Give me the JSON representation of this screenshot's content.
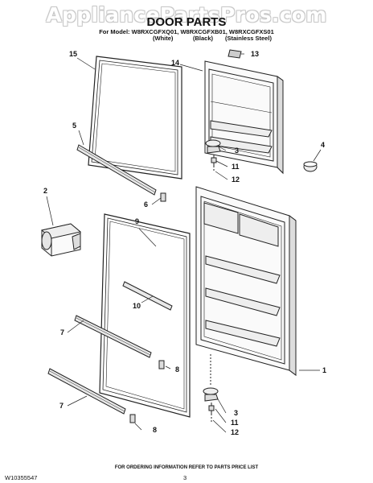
{
  "watermark": "AppliancePartsPros.com",
  "header": {
    "title": "DOOR PARTS",
    "models": "For Model: W8RXCGFXQ01, W8RXCGFXB01, W8RXCGFXS01",
    "colors": [
      "(White)",
      "(Black)",
      "(Stainless Steel)"
    ]
  },
  "callouts": {
    "c15": "15",
    "c13": "13",
    "c14": "14",
    "c5": "5",
    "c3a": "3",
    "c4": "4",
    "c11a": "11",
    "c12a": "12",
    "c2": "2",
    "c6": "6",
    "c9": "9",
    "c10": "10",
    "c7a": "7",
    "c8a": "8",
    "c7b": "7",
    "c8b": "8",
    "c1": "1",
    "c3b": "3",
    "c11b": "11",
    "c12b": "12"
  },
  "footer": {
    "note": "FOR ORDERING INFORMATION REFER TO PARTS PRICE LIST",
    "doc_number": "W10355547",
    "page": "3"
  }
}
